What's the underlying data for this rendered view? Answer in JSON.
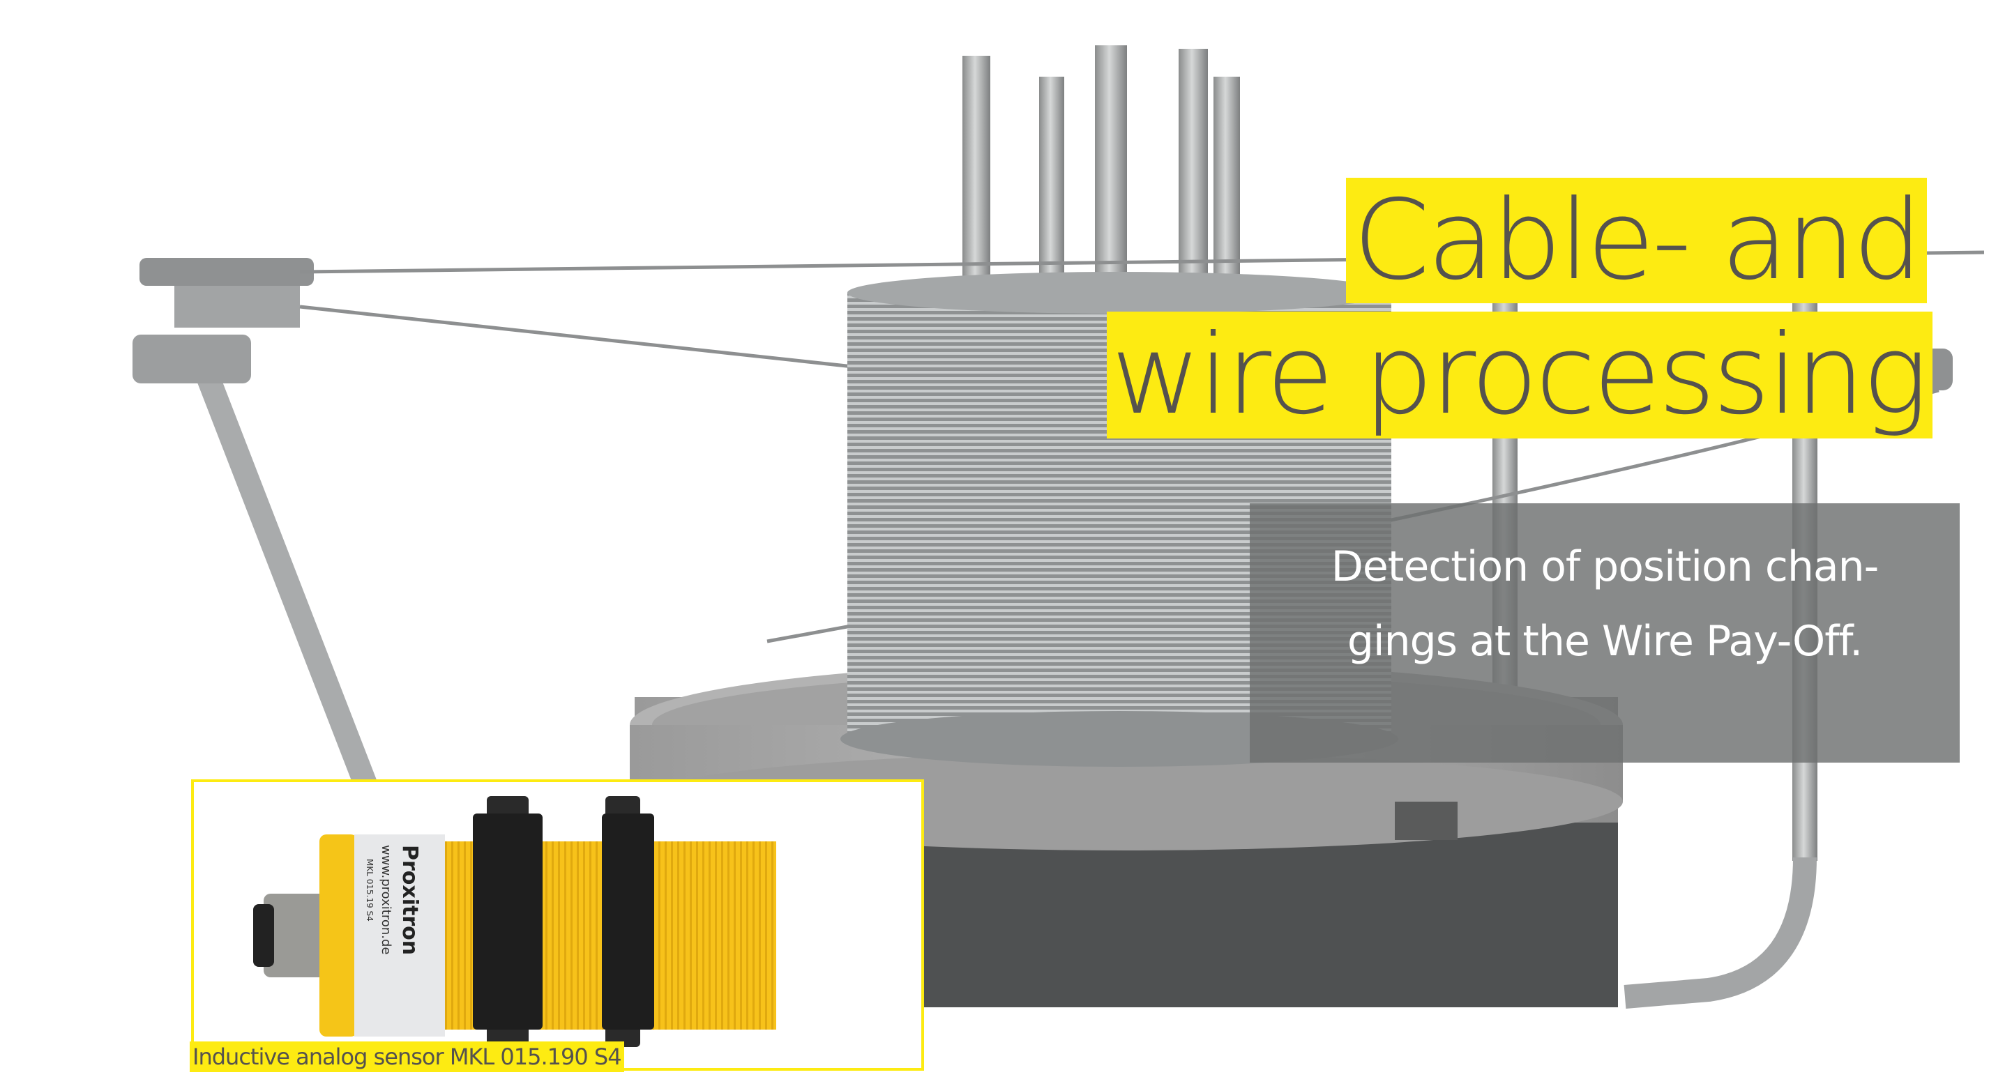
{
  "headline": {
    "line1": "Cable- and",
    "line2": "wire processing"
  },
  "info_box": {
    "line1": "Detection of position chan-",
    "line2": "gings at the Wire Pay-Off."
  },
  "sensor_inset": {
    "caption": "Inductive analog sensor MKL 015.190 S4",
    "label_brand": "Proxitron",
    "label_url": "www.proxitron.de",
    "label_model": "MKL 015.19 S4"
  },
  "colors": {
    "accent_yellow": "#fdeb12",
    "text_gray": "#55524e",
    "box_gray": "#6e7070"
  }
}
